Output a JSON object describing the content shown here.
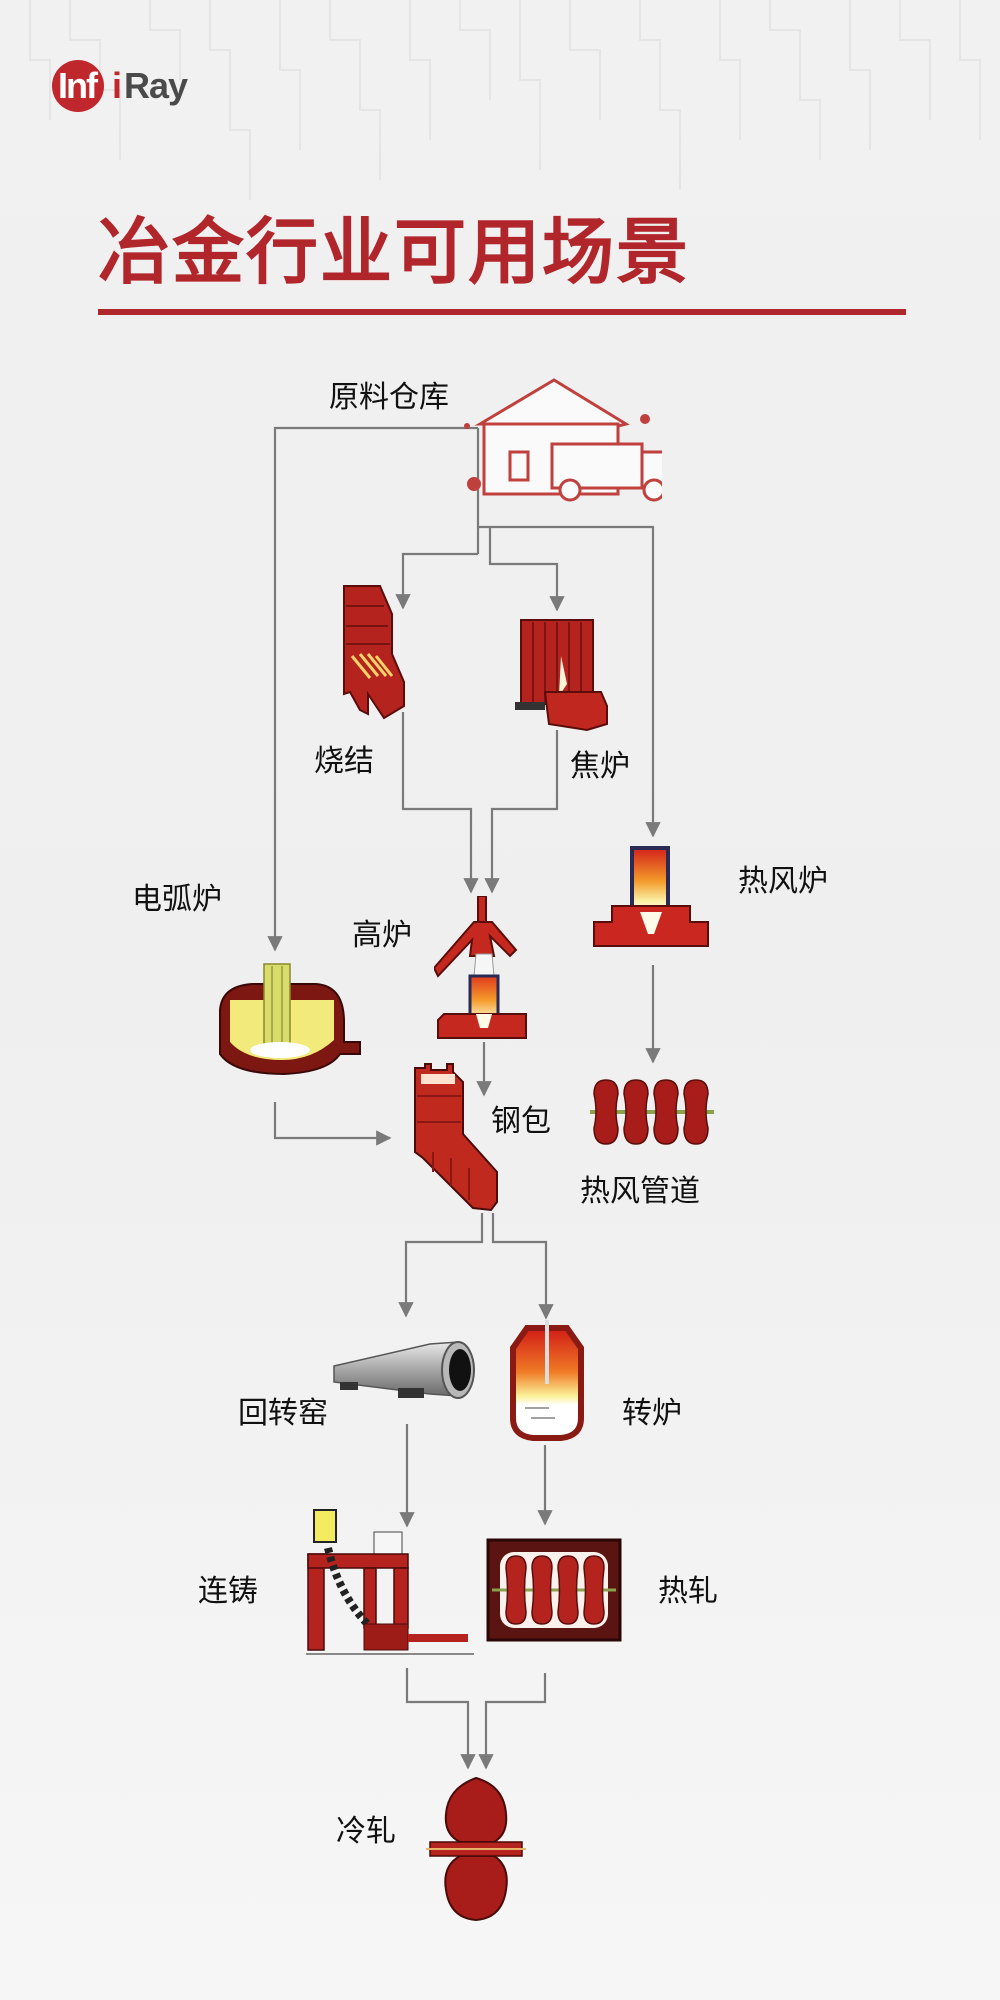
{
  "brand": {
    "logo_inf": "Inf",
    "logo_i": "i",
    "logo_ray": "Ray",
    "colors": {
      "red": "#c0272d",
      "grey": "#4a4a4a"
    }
  },
  "title": "冶金行业可用场景",
  "colors": {
    "title": "#b1262b",
    "arrow": "#7a7a7a",
    "equipment_red": "#b5231f",
    "flame_yellow": "#f3e56a"
  },
  "nodes": {
    "warehouse": {
      "label": "原料仓库",
      "icon": "warehouse-truck-icon"
    },
    "sintering": {
      "label": "烧结",
      "icon": "sintering-machine-icon"
    },
    "coke_oven": {
      "label": "焦炉",
      "icon": "coke-oven-icon"
    },
    "electric_arc_furnace": {
      "label": "电弧炉",
      "icon": "electric-arc-furnace-icon"
    },
    "blast_furnace": {
      "label": "高炉",
      "icon": "blast-furnace-icon"
    },
    "hot_blast_stove": {
      "label": "热风炉",
      "icon": "hot-blast-stove-icon"
    },
    "ladle": {
      "label": "钢包",
      "icon": "ladle-icon"
    },
    "hot_air_duct": {
      "label": "热风管道",
      "icon": "hot-air-duct-icon"
    },
    "rotary_kiln": {
      "label": "回转窑",
      "icon": "rotary-kiln-icon"
    },
    "converter": {
      "label": "转炉",
      "icon": "converter-icon"
    },
    "continuous_casting": {
      "label": "连铸",
      "icon": "continuous-casting-icon"
    },
    "hot_rolling": {
      "label": "热轧",
      "icon": "hot-rolling-icon"
    },
    "cold_rolling": {
      "label": "冷轧",
      "icon": "cold-rolling-icon"
    }
  },
  "edges": [
    [
      "原料仓库",
      "烧结"
    ],
    [
      "原料仓库",
      "焦炉"
    ],
    [
      "原料仓库",
      "电弧炉"
    ],
    [
      "原料仓库",
      "热风炉"
    ],
    [
      "烧结",
      "高炉"
    ],
    [
      "焦炉",
      "高炉"
    ],
    [
      "热风炉",
      "热风管道"
    ],
    [
      "高炉",
      "钢包"
    ],
    [
      "电弧炉",
      "钢包"
    ],
    [
      "钢包",
      "回转窑"
    ],
    [
      "钢包",
      "转炉"
    ],
    [
      "回转窑",
      "连铸"
    ],
    [
      "转炉",
      "热轧"
    ],
    [
      "连铸",
      "冷轧"
    ],
    [
      "热轧",
      "冷轧"
    ]
  ]
}
